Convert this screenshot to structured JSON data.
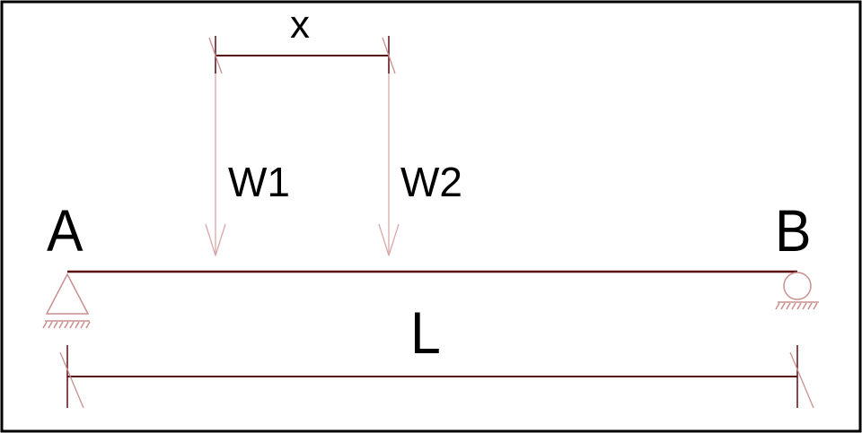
{
  "diagram": {
    "labels": {
      "support_a": "A",
      "support_b": "B",
      "span": "L",
      "spacing": "x",
      "load_1": "W1",
      "load_2": "W2"
    },
    "colors": {
      "frame": "#000000",
      "beam": "#5a0d12",
      "dimension": "#5a0d12",
      "load_arrows": "#d9a8a8",
      "supports": "#c98f8f",
      "text": "#000000"
    }
  }
}
